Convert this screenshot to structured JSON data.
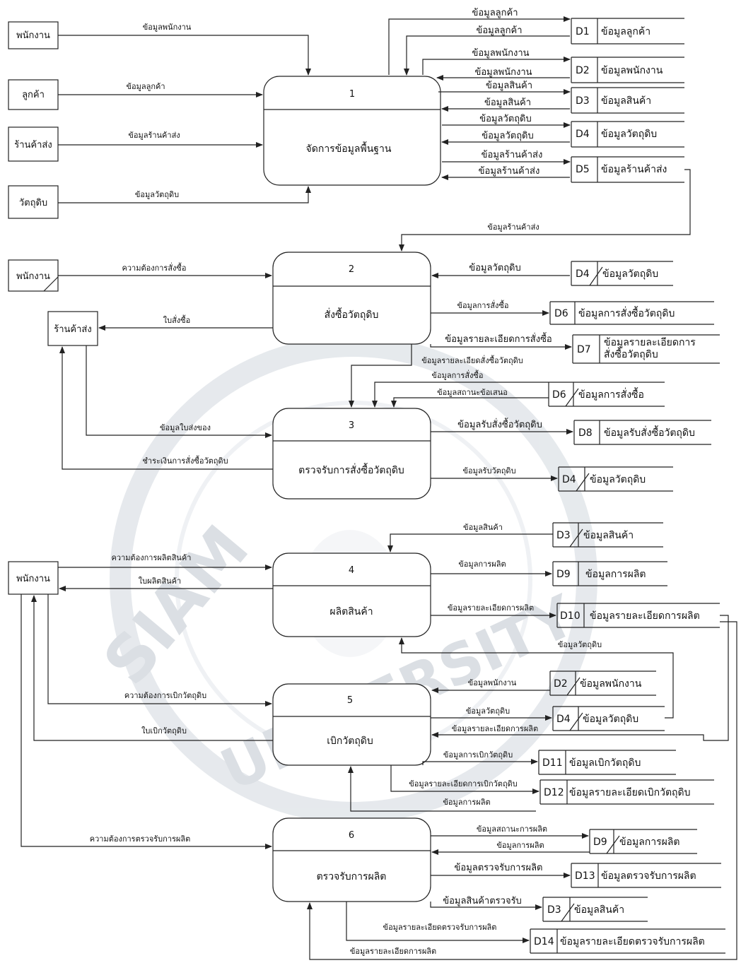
{
  "entities": {
    "employee": "พนักงาน",
    "customer": "ลูกค้า",
    "wholesaler": "ร้านค้าส่ง",
    "raw_material": "วัตถุดิบ"
  },
  "processes": [
    {
      "num": "1",
      "name": "จัดการข้อมูลพื้นฐาน"
    },
    {
      "num": "2",
      "name": "สั่งซื้อวัตถุดิบ"
    },
    {
      "num": "3",
      "name": "ตรวจรับการสั่งซื้อวัตถุดิบ"
    },
    {
      "num": "4",
      "name": "ผลิตสินค้า"
    },
    {
      "num": "5",
      "name": "เบิกวัตถุดิบ"
    },
    {
      "num": "6",
      "name": "ตรวจรับการผลิต"
    }
  ],
  "stores": {
    "D1": {
      "id": "D1",
      "name": "ข้อมูลลูกค้า"
    },
    "D2": {
      "id": "D2",
      "name": "ข้อมูลพนักงาน"
    },
    "D3": {
      "id": "D3",
      "name": "ข้อมูลสินค้า"
    },
    "D4": {
      "id": "D4",
      "name": "ข้อมูลวัตถุดิบ"
    },
    "D5": {
      "id": "D5",
      "name": "ข้อมูลร้านค้าส่ง"
    },
    "D6": {
      "id": "D6",
      "name": "ข้อมูลการสั่งซื้อวัตถุดิบ"
    },
    "D6b": {
      "id": "D6",
      "name": "ข้อมูลการสั่งซื้อ"
    },
    "D7": {
      "id": "D7",
      "name1": "ข้อมูลรายละเอียดการ",
      "name2": "สั่งซื้อวัตถุดิบ"
    },
    "D8": {
      "id": "D8",
      "name": "ข้อมูลรับสั่งซื้อวัตถุดิบ"
    },
    "D9": {
      "id": "D9",
      "name": "ข้อมูลการผลิต"
    },
    "D10": {
      "id": "D10",
      "name": "ข้อมูลรายละเอียดการผลิต"
    },
    "D11": {
      "id": "D11",
      "name": "ข้อมูลเบิกวัตถุดิบ"
    },
    "D12": {
      "id": "D12",
      "name": "ข้อมูลรายละเอียดเบิกวัตถุดิบ"
    },
    "D13": {
      "id": "D13",
      "name": "ข้อมูลตรวจรับการผลิต"
    },
    "D14": {
      "id": "D14",
      "name": "ข้อมูลรายละเอียดตรวจรับการผลิต"
    }
  },
  "flows": {
    "f_emp1": "ข้อมูลพนักงาน",
    "f_cus1": "ข้อมูลลูกค้า",
    "f_whs1": "ข้อมูลร้านค้าส่ง",
    "f_raw1": "ข้อมูลวัตถุดิบ",
    "f_d1out": "ข้อมูลลูกค้า",
    "f_d1in": "ข้อมูลลูกค้า",
    "f_d2out": "ข้อมูลพนักงาน",
    "f_d2in": "ข้อมูลพนักงาน",
    "f_d3out": "ข้อมูลสินค้า",
    "f_d3in": "ข้อมูลสินค้า",
    "f_d4out": "ข้อมูลวัตถุดิบ",
    "f_d4in": "ข้อมูลวัตถุดิบ",
    "f_d5out": "ข้อมูลร้านค้าส่ง",
    "f_d5in": "ข้อมูลร้านค้าส่ง",
    "f_d5p2": "ข้อมูลร้านค้าส่ง",
    "f_emp2": "ความต้องการสั่งซื้อ",
    "f_d4p2": "ข้อมูลวัตถุดิบ",
    "f_p2d6": "ข้อมูลการสั่งซื้อ",
    "f_p2whs": "ใบสั่งซื้อ",
    "f_p2d7": "ข้อมูลรายละเอียดการสั่งซื้อ",
    "f_p2p3": "ข้อมูลรายละเอียดสั่งซื้อวัตถุดิบ",
    "f_d6p3a": "ข้อมูลการสั่งซื้อ",
    "f_d6p3b": "ข้อมูลสถานะข้อเสนอ",
    "f_whsp3": "ข้อมูลใบส่งของ",
    "f_p3whs": "ชำระเงินการสั่งซื้อวัตถุดิบ",
    "f_p3d8": "ข้อมูลรับสั่งซื้อวัตถุดิบ",
    "f_p3d4": "ข้อมูลรับวัตถุดิบ",
    "f_d3p4": "ข้อมูลสินค้า",
    "f_emp4": "ความต้องการผลิตสินค้า",
    "f_p4emp": "ใบผลิตสินค้า",
    "f_p4d9": "ข้อมูลการผลิต",
    "f_p4d10": "ข้อมูลรายละเอียดการผลิต",
    "f_d4p4": "ข้อมูลวัตถุดิบ",
    "f_d2p5": "ข้อมูลพนักงาน",
    "f_emp5": "ความต้องการเบิกวัตถุดิบ",
    "f_p5d4": "ข้อมูลวัตถุดิบ",
    "f_d10p5": "ข้อมูลรายละเอียดการผลิต",
    "f_p5emp": "ใบเบิกวัตถุดิบ",
    "f_p5d11": "ข้อมูลการเบิกวัตถุดิบ",
    "f_p5d12": "ข้อมูลรายละเอียดการเบิกวัตถุดิบ",
    "f_p6p5": "ข้อมูลการผลิต",
    "f_emp6": "ความต้องการตรวจรับการผลิต",
    "f_d9p6a": "ข้อมูลสถานะการผลิต",
    "f_d9p6b": "ข้อมูลการผลิต",
    "f_p6d13": "ข้อมูลตรวจรับการผลิต",
    "f_p6d3": "ข้อมูลสินค้าตรวจรับ",
    "f_p6d14": "ข้อมูลรายละเอียดตรวจรับการผลิต",
    "f_bottom": "ข้อมูลรายละเอียดการผลิต"
  },
  "watermark": {
    "text1": "SIAM",
    "text2": "UNIVERSITY"
  }
}
